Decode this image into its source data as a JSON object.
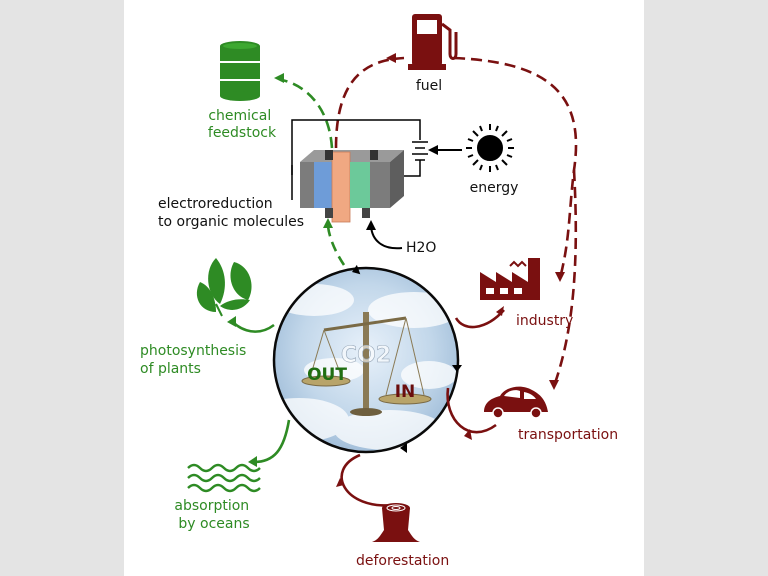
{
  "colors": {
    "green": "#2e8b24",
    "dark_red": "#7a1010",
    "black": "#111111",
    "sky": "#b8d0e6"
  },
  "center": {
    "formula": "CO2",
    "out_label": "OUT",
    "in_label": "IN"
  },
  "nodes": {
    "fuel": {
      "label": "fuel",
      "icon": "fuel-pump-icon"
    },
    "chemical_feedstock": {
      "lines": [
        "chemical",
        "feedstock"
      ],
      "icon": "oil-barrel-icon"
    },
    "energy": {
      "label": "energy",
      "icon": "sun-icon"
    },
    "electroreduction": {
      "lines": [
        "electroreduction",
        "to organic molecules"
      ],
      "icon": "electrolyzer-cell-icon"
    },
    "h2o": {
      "label": "H2O"
    },
    "industry": {
      "label": "industry",
      "icon": "factory-icon"
    },
    "transportation": {
      "label": "transportation",
      "icon": "car-icon"
    },
    "deforestation": {
      "label": "deforestation",
      "icon": "tree-stump-icon"
    },
    "photosynthesis": {
      "lines": [
        "photosynthesis",
        "of plants"
      ],
      "icon": "leaves-icon"
    },
    "absorption": {
      "lines": [
        "absorption",
        "by oceans"
      ],
      "icon": "waves-icon"
    }
  }
}
